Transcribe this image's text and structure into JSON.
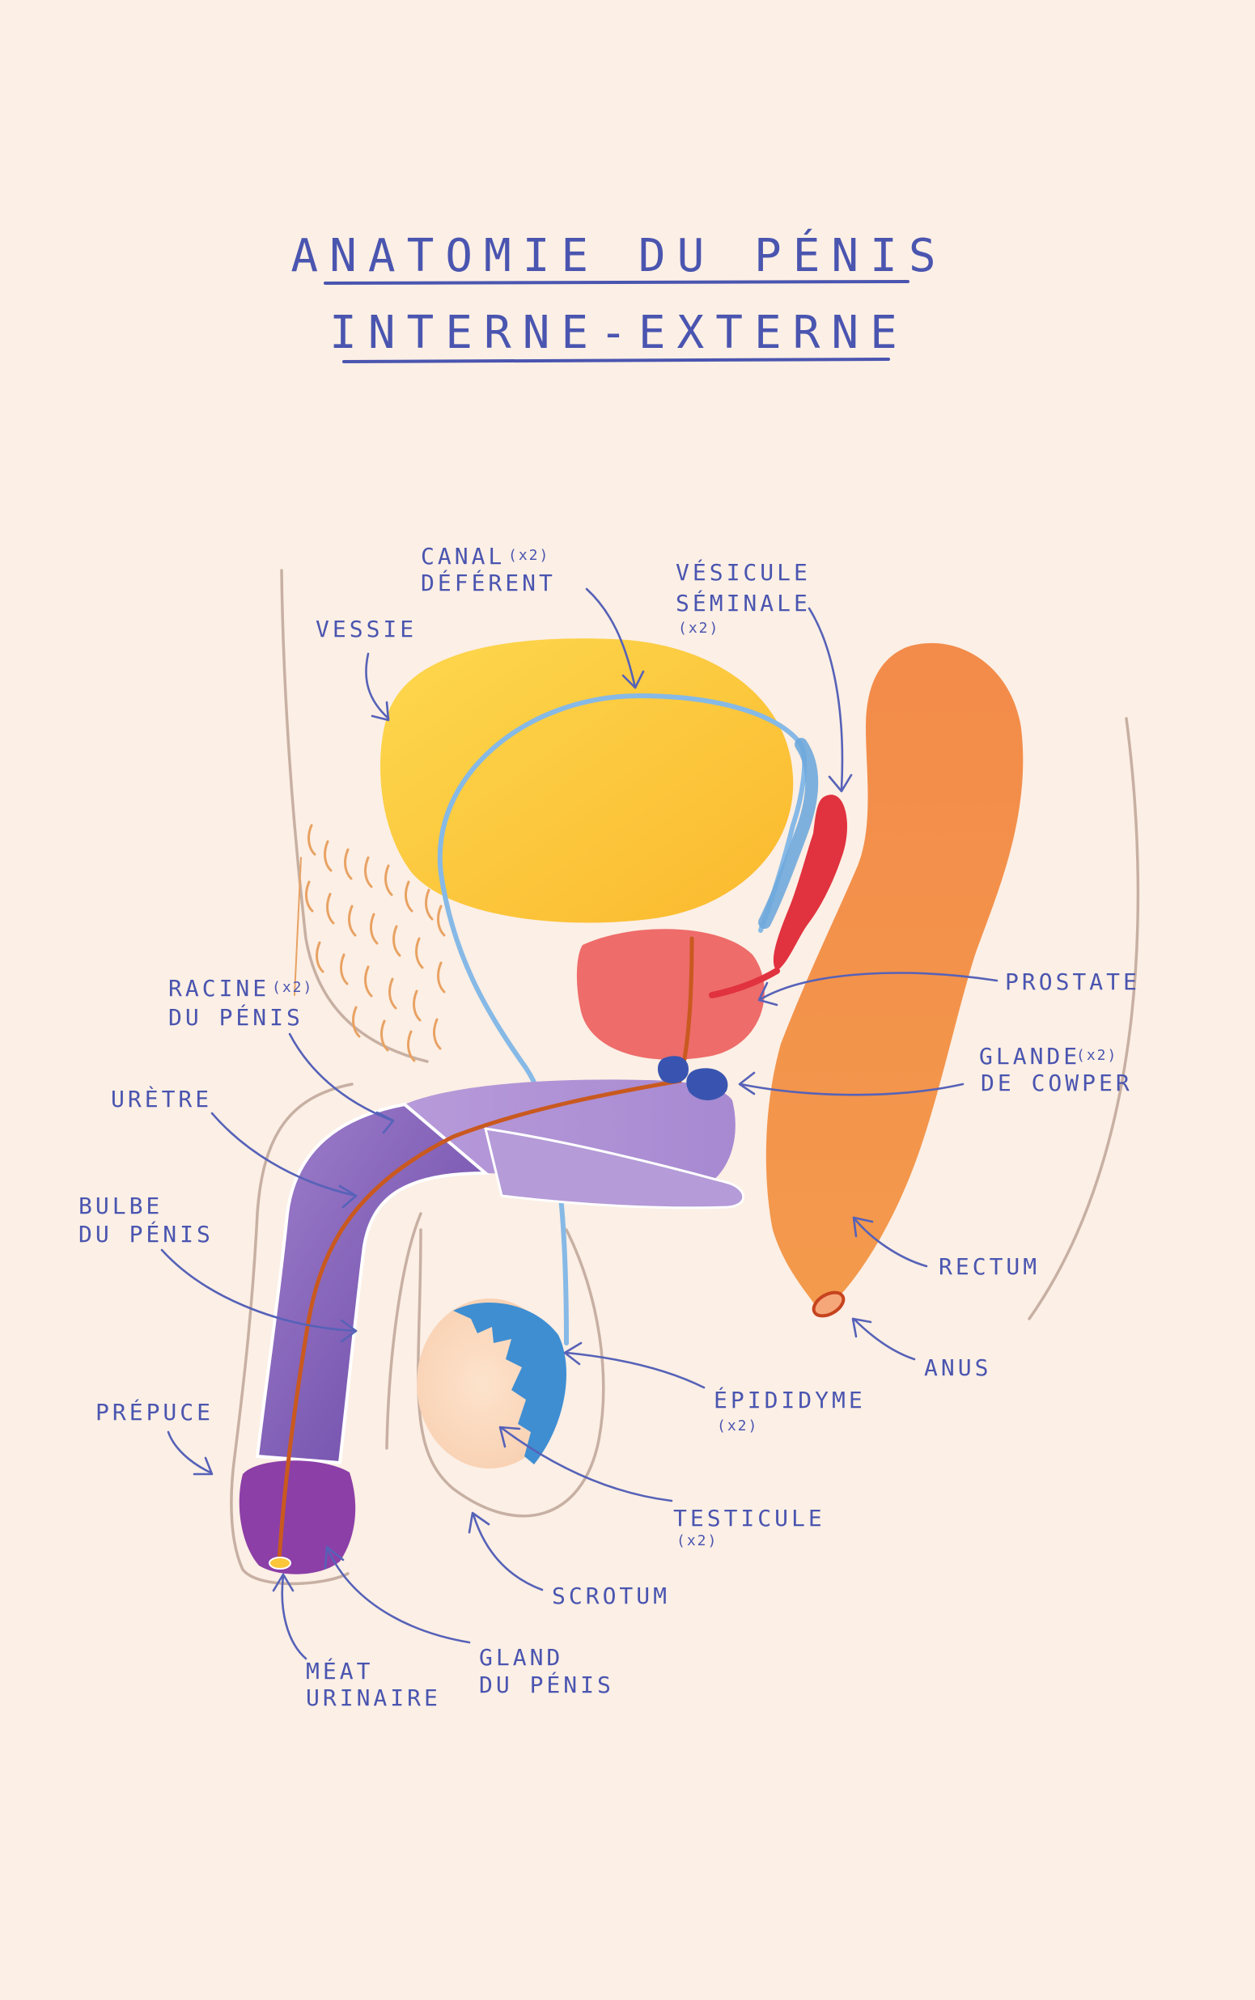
{
  "title": {
    "line1": "ANATOMIE DU PÉNIS",
    "line2": "INTERNE-EXTERNE"
  },
  "labels": {
    "canal": {
      "line1": "CANAL",
      "sup": "(x2)",
      "line2": "DÉFÉRENT"
    },
    "vesicule": {
      "line1": "VÉSICULE",
      "line2": "SÉMINALE",
      "sup": "(x2)"
    },
    "vessie": {
      "line1": "VESSIE"
    },
    "racine": {
      "line1": "RACINE",
      "sup": "(x2)",
      "line2": "DU PÉNIS"
    },
    "prostate": {
      "line1": "PROSTATE"
    },
    "glande": {
      "line1": "GLANDE",
      "sup": "(x2)",
      "line2": "DE COWPER"
    },
    "uretre": {
      "line1": "URÈTRE"
    },
    "bulbe": {
      "line1": "BULBE",
      "line2": "DU PÉNIS"
    },
    "rectum": {
      "line1": "RECTUM"
    },
    "anus": {
      "line1": "ANUS"
    },
    "epididyme": {
      "line1": "ÉPIDIDYME",
      "sup": "(x2)"
    },
    "prepuce": {
      "line1": "PRÉPUCE"
    },
    "testicule": {
      "line1": "TESTICULE",
      "sup": "(x2)"
    },
    "scrotum": {
      "line1": "SCROTUM"
    },
    "meat": {
      "line1": "MÉAT",
      "line2": "URINAIRE"
    },
    "gland": {
      "line1": "GLAND",
      "line2": "DU PÉNIS"
    }
  },
  "colors": {
    "background": "#fcefe5",
    "ink": "#4a55b0",
    "bladder": "#fcc63a",
    "prostate": "#ee6c6a",
    "seminal_vesicle": "#e1323f",
    "vas_deferens": "#86b9e6",
    "rectum": "#f2914a",
    "penis": "#9670bf",
    "glans": "#8c3fa7",
    "testicle": "#fad7bd",
    "epididymis": "#3f8ed2",
    "cowper_gland": "#3954b0",
    "urethra": "#c9591f",
    "pubic_hair": "#e8a263"
  }
}
